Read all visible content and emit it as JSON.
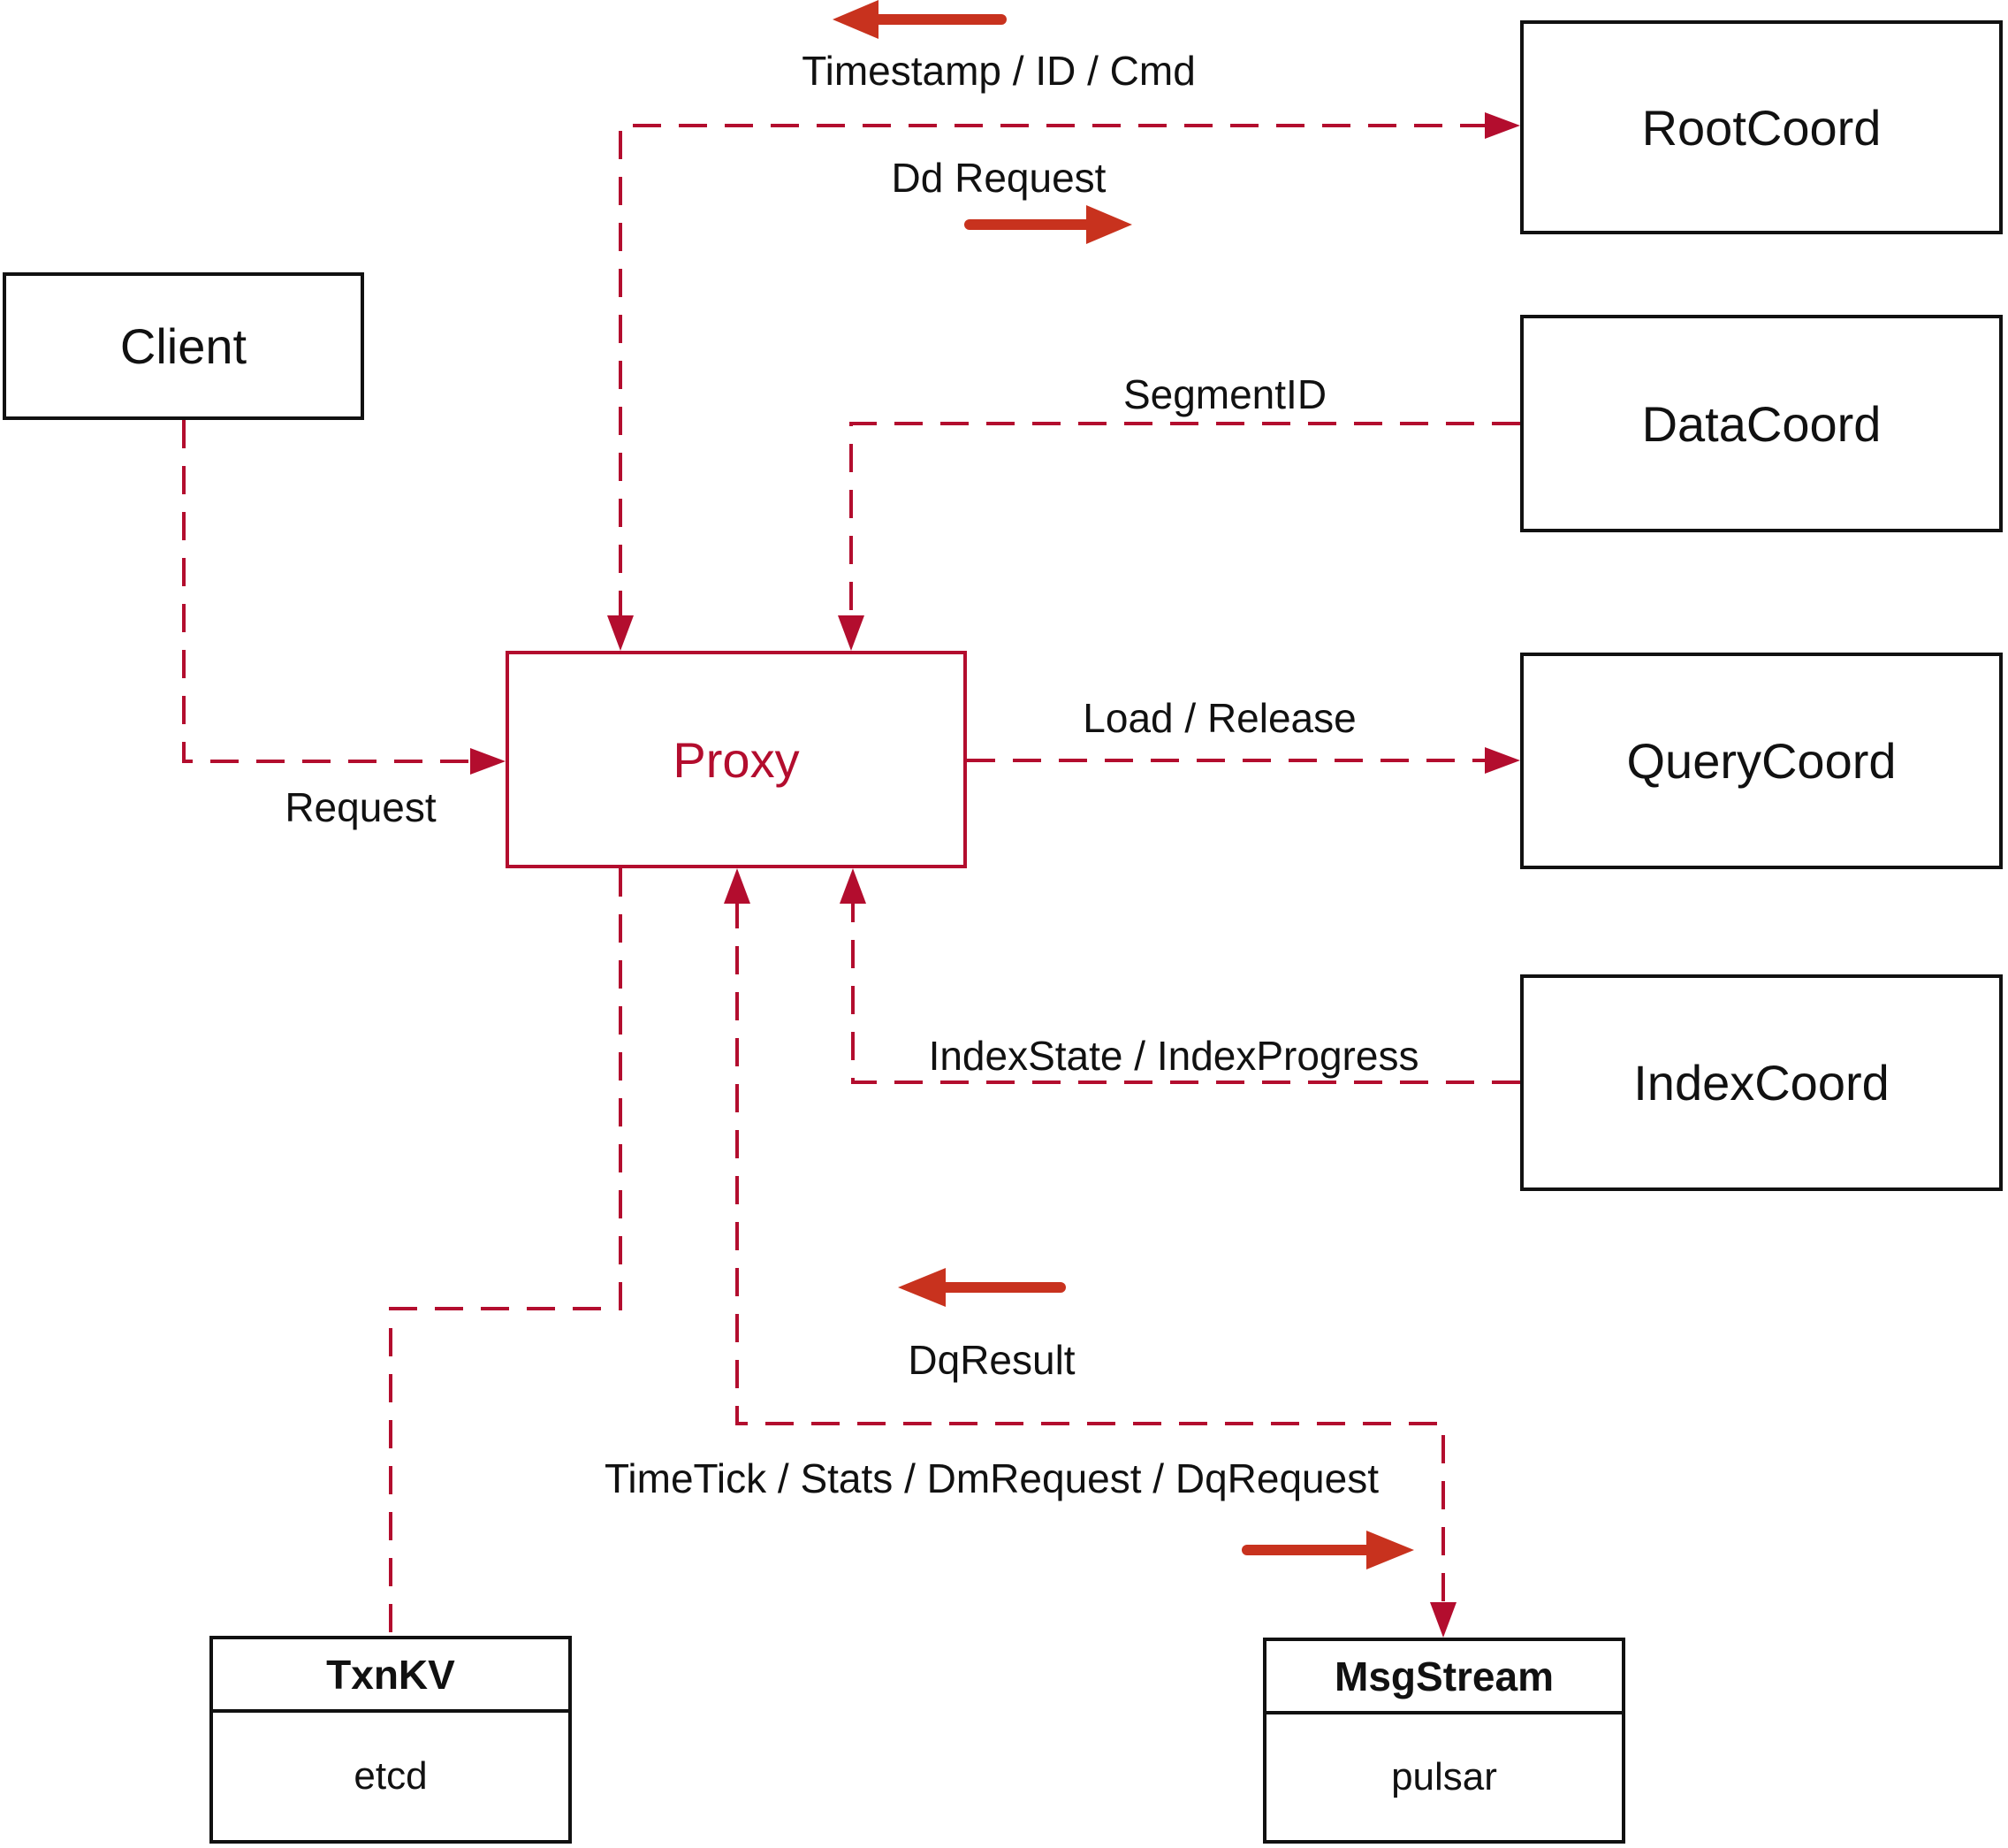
{
  "diagram": {
    "colors": {
      "connector": "#b30d2e",
      "annotation_arrow": "#c8321e",
      "box_border": "#111111",
      "text": "#111111",
      "background": "#ffffff"
    },
    "nodes": {
      "client": {
        "label": "Client"
      },
      "proxy": {
        "label": "Proxy"
      },
      "rootcoord": {
        "label": "RootCoord"
      },
      "datacoord": {
        "label": "DataCoord"
      },
      "querycoord": {
        "label": "QueryCoord"
      },
      "indexcoord": {
        "label": "IndexCoord"
      },
      "txnkv": {
        "title": "TxnKV",
        "subtitle": "etcd"
      },
      "msgstream": {
        "title": "MsgStream",
        "subtitle": "pulsar"
      }
    },
    "edge_labels": {
      "timestamp": "Timestamp / ID / Cmd",
      "dd_request": "Dd Request",
      "segment_id": "SegmentID",
      "load_release": "Load / Release",
      "request": "Request",
      "index_state": "IndexState / IndexProgress",
      "dq_result": "DqResult",
      "timetick": "TimeTick / Stats / DmRequest / DqRequest"
    }
  }
}
